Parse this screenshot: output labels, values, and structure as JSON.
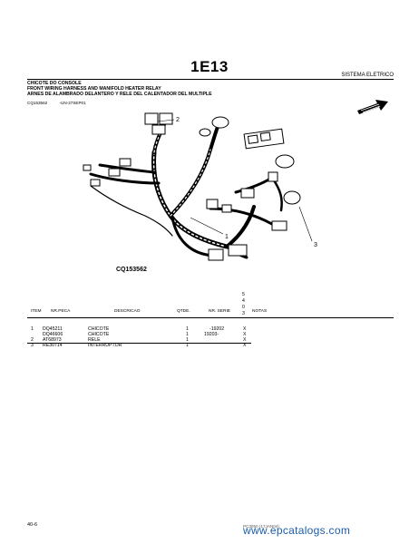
{
  "page": {
    "title": "1E13",
    "section": "SISTEMA ELETRICO",
    "heading_pt": "CHICOTE DO CONSOLE",
    "heading_en": "FRONT WIRING HARNESS AND MANIFOLD HEATER RELAY",
    "heading_es": "ARNES DE ALAMBRADO DELANTERO Y RELE DEL CALENTADOR DEL MULTIPLE",
    "ref_code": "CQ153562",
    "ref_date": "-UN-27SEP01",
    "figure_code": "CQ153562",
    "callouts": [
      "1",
      "2",
      "3"
    ],
    "page_number": "40-6",
    "footer_code": "PC3050 (17JAN04)",
    "watermark": "www.epcatalogs.com",
    "arrow_icon": "direction-arrow-icon"
  },
  "table": {
    "headers": {
      "item": "ITEM",
      "part_no": "NR.PECA",
      "description": "DESCRICAO",
      "qty": "QTDE.",
      "serial": "NR. SERIE",
      "notes": "NOTAS"
    },
    "vertical_code": [
      "5",
      "4",
      "0",
      "3"
    ],
    "rows": [
      {
        "item": "1",
        "part_no": "DQ45211",
        "description": "CHICOTE",
        "qty": "1",
        "serial": "-19202",
        "mark": "X"
      },
      {
        "item": "",
        "part_no": "DQ46606",
        "description": "CHICOTE",
        "qty": "1",
        "serial": "19203-",
        "mark": "X"
      },
      {
        "item": "2",
        "part_no": "AT68973",
        "description": "RELE",
        "qty": "1",
        "serial": "",
        "mark": "X"
      },
      {
        "item": "3",
        "part_no": "RE30714",
        "description": "INTERRUPTOR",
        "qty": "1",
        "serial": "",
        "mark": "X"
      }
    ]
  }
}
